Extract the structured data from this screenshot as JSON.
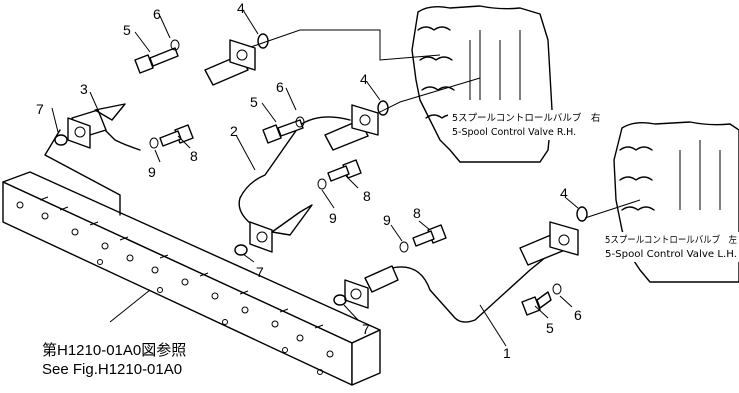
{
  "callouts": {
    "n1": "1",
    "n2": "2",
    "n3": "3",
    "n4a": "4",
    "n4b": "4",
    "n4c": "4",
    "n5a": "5",
    "n5b": "5",
    "n5c": "5",
    "n6a": "6",
    "n6b": "6",
    "n6c": "6",
    "n7a": "7",
    "n7b": "7",
    "n7c": "7",
    "n8a": "8",
    "n8b": "8",
    "n8c": "8",
    "n9a": "9",
    "n9b": "9",
    "n9c": "9"
  },
  "valve_rh": {
    "label_jp": "5スプールコントロールバルブ　右",
    "label_en": "5-Spool  Control  Valve  R.H."
  },
  "valve_lh": {
    "label_jp": "5スプールコントロールバルブ　左",
    "label_en": "5-Spool  Control  Valve  L.H."
  },
  "reference": {
    "jp": "第H1210-01A0図参照",
    "en": "See Fig.H1210-01A0"
  },
  "colors": {
    "line": "#000000",
    "background": "#ffffff"
  }
}
